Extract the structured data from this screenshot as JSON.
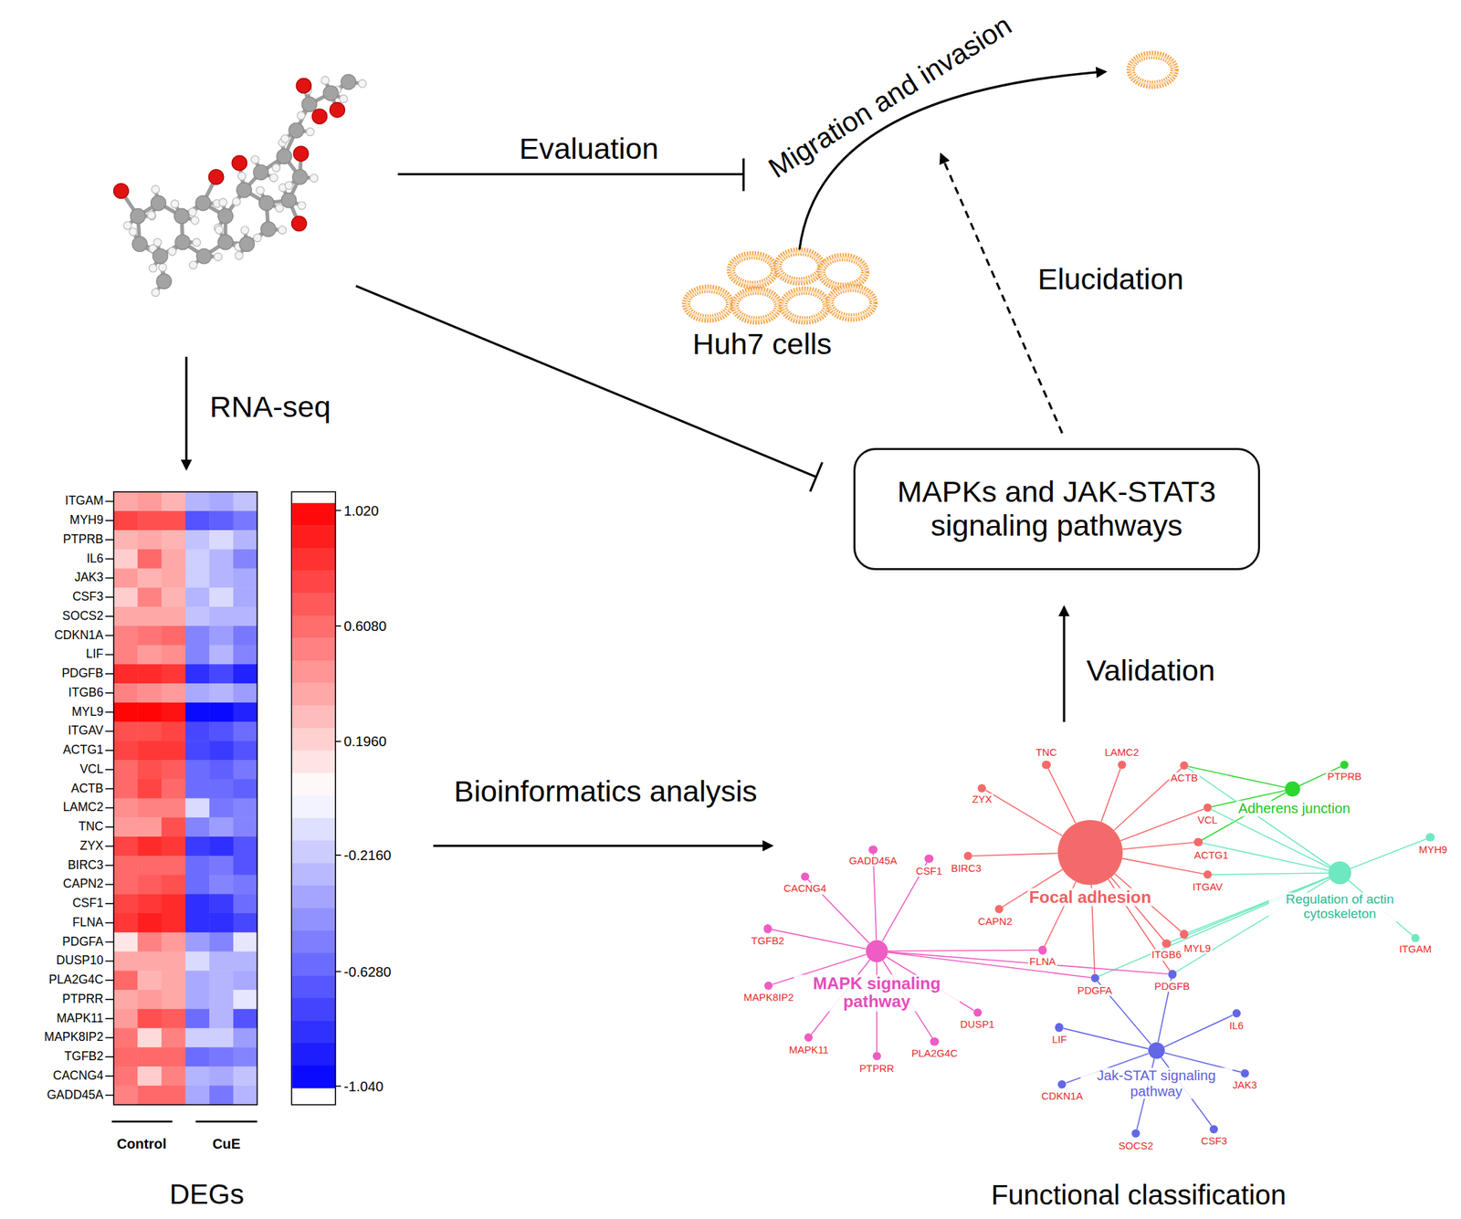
{
  "diagram": {
    "nodes": [
      {
        "text": [
          "MAPKs and JAK-STAT3 signaling pathways"
        ]
      },
      {
        "text": [
          "Focal adhesion"
        ]
      },
      {
        "text": [
          "Adherens junction"
        ]
      },
      {
        "text": [
          "Regulation of actin cytoskeleton"
        ]
      },
      {
        "text": [
          "MAPK signaling pathway"
        ]
      },
      {
        "text": [
          "Jak-STAT signaling pathway"
        ]
      },
      {
        "text": [
          "TNC"
        ]
      },
      {
        "text": [
          "LAMC2"
        ]
      },
      {
        "text": [
          "ZYX"
        ]
      },
      {
        "text": [
          "ACTB"
        ]
      },
      {
        "text": [
          "PTPRB"
        ]
      },
      {
        "text": [
          "VCL"
        ]
      },
      {
        "text": [
          "BIRC3"
        ]
      },
      {
        "text": [
          "ACTG1"
        ]
      },
      {
        "text": [
          "MYH9"
        ]
      },
      {
        "text": [
          "ITGAV"
        ]
      },
      {
        "text": [
          "CAPN2"
        ]
      },
      {
        "text": [
          "MYL9"
        ]
      },
      {
        "text": [
          "ITGB6"
        ]
      },
      {
        "text": [
          "ITGAM"
        ]
      },
      {
        "text": [
          "FLNA"
        ]
      },
      {
        "text": [
          "PDGFA"
        ]
      },
      {
        "text": [
          "PDGFB"
        ]
      },
      {
        "text": [
          "GADD45A"
        ]
      },
      {
        "text": [
          "CSF1"
        ]
      },
      {
        "text": [
          "CACNG4"
        ]
      },
      {
        "text": [
          "TGFB2"
        ]
      },
      {
        "text": [
          "MAPK8IP2"
        ]
      },
      {
        "text": [
          "MAPK11"
        ]
      },
      {
        "text": [
          "PTPRR"
        ]
      },
      {
        "text": [
          "PLA2G4C"
        ]
      },
      {
        "text": [
          "DUSP1"
        ]
      },
      {
        "text": [
          "LIF"
        ]
      },
      {
        "text": [
          "IL6"
        ]
      },
      {
        "text": [
          "CDKN1A"
        ]
      },
      {
        "text": [
          "JAK3"
        ]
      },
      {
        "text": [
          "SOCS2"
        ]
      },
      {
        "text": [
          "CSF3"
        ]
      }
    ],
    "edges": [
      {
        "from": 1,
        "to": 6,
        "arrow": "none"
      },
      {
        "from": 1,
        "to": 7,
        "arrow": "none"
      },
      {
        "from": 1,
        "to": 8,
        "arrow": "none"
      },
      {
        "from": 1,
        "to": 9,
        "arrow": "none"
      },
      {
        "from": 1,
        "to": 11,
        "arrow": "none"
      },
      {
        "from": 1,
        "to": 12,
        "arrow": "none"
      },
      {
        "from": 1,
        "to": 13,
        "arrow": "none"
      },
      {
        "from": 1,
        "to": 15,
        "arrow": "none"
      },
      {
        "from": 1,
        "to": 16,
        "arrow": "none"
      },
      {
        "from": 1,
        "to": 17,
        "arrow": "none"
      },
      {
        "from": 1,
        "to": 18,
        "arrow": "none"
      },
      {
        "from": 1,
        "to": 20,
        "arrow": "none"
      },
      {
        "from": 1,
        "to": 21,
        "arrow": "none"
      },
      {
        "from": 1,
        "to": 22,
        "arrow": "none"
      },
      {
        "from": 2,
        "to": 9,
        "arrow": "none"
      },
      {
        "from": 2,
        "to": 10,
        "arrow": "none"
      },
      {
        "from": 2,
        "to": 11,
        "arrow": "none"
      },
      {
        "from": 2,
        "to": 13,
        "arrow": "none"
      },
      {
        "from": 3,
        "to": 9,
        "arrow": "none"
      },
      {
        "from": 3,
        "to": 11,
        "arrow": "none"
      },
      {
        "from": 3,
        "to": 13,
        "arrow": "none"
      },
      {
        "from": 3,
        "to": 14,
        "arrow": "none"
      },
      {
        "from": 3,
        "to": 15,
        "arrow": "none"
      },
      {
        "from": 3,
        "to": 17,
        "arrow": "none"
      },
      {
        "from": 3,
        "to": 18,
        "arrow": "none"
      },
      {
        "from": 3,
        "to": 19,
        "arrow": "none"
      },
      {
        "from": 3,
        "to": 21,
        "arrow": "none"
      },
      {
        "from": 3,
        "to": 22,
        "arrow": "none"
      },
      {
        "from": 4,
        "to": 23,
        "arrow": "none"
      },
      {
        "from": 4,
        "to": 24,
        "arrow": "none"
      },
      {
        "from": 4,
        "to": 25,
        "arrow": "none"
      },
      {
        "from": 4,
        "to": 26,
        "arrow": "none"
      },
      {
        "from": 4,
        "to": 27,
        "arrow": "none"
      },
      {
        "from": 4,
        "to": 28,
        "arrow": "none"
      },
      {
        "from": 4,
        "to": 29,
        "arrow": "none"
      },
      {
        "from": 4,
        "to": 30,
        "arrow": "none"
      },
      {
        "from": 4,
        "to": 31,
        "arrow": "none"
      },
      {
        "from": 4,
        "to": 20,
        "arrow": "none"
      },
      {
        "from": 4,
        "to": 21,
        "arrow": "none"
      },
      {
        "from": 4,
        "to": 22,
        "arrow": "none"
      },
      {
        "from": 5,
        "to": 32,
        "arrow": "none"
      },
      {
        "from": 5,
        "to": 33,
        "arrow": "none"
      },
      {
        "from": 5,
        "to": 34,
        "arrow": "none"
      },
      {
        "from": 5,
        "to": 35,
        "arrow": "none"
      },
      {
        "from": 5,
        "to": 36,
        "arrow": "none"
      },
      {
        "from": 5,
        "to": 37,
        "arrow": "none"
      },
      {
        "from": 5,
        "to": 21,
        "arrow": "none"
      },
      {
        "from": 5,
        "to": 22,
        "arrow": "none"
      }
    ],
    "labels": [
      "ITGAM",
      "MYH9",
      "PTPRB",
      "IL6",
      "JAK3",
      "CSF3",
      "SOCS2",
      "CDKN1A",
      "LIF",
      "PDGFB",
      "ITGB6",
      "MYL9",
      "ITGAV",
      "ACTG1",
      "VCL",
      "ACTB",
      "LAMC2",
      "TNC",
      "ZYX",
      "BIRC3",
      "CAPN2",
      "CSF1",
      "FLNA",
      "PDGFA",
      "DUSP10",
      "PLA2G4C",
      "PTPRR",
      "MAPK11",
      "MAPK8IP2",
      "TGFB2",
      "CACNG4",
      "GADD45A",
      "1.020",
      "0.6080",
      "0.1960",
      "-0.2160",
      "-0.6280",
      "-1.040",
      "Control",
      "CuE",
      "DEGs",
      "Evaluation",
      "Migration and invasion",
      "Huh7 cells",
      "Elucidation",
      "RNA-seq",
      "Validation",
      "Bioinformatics analysis",
      "Functional classification"
    ]
  }
}
